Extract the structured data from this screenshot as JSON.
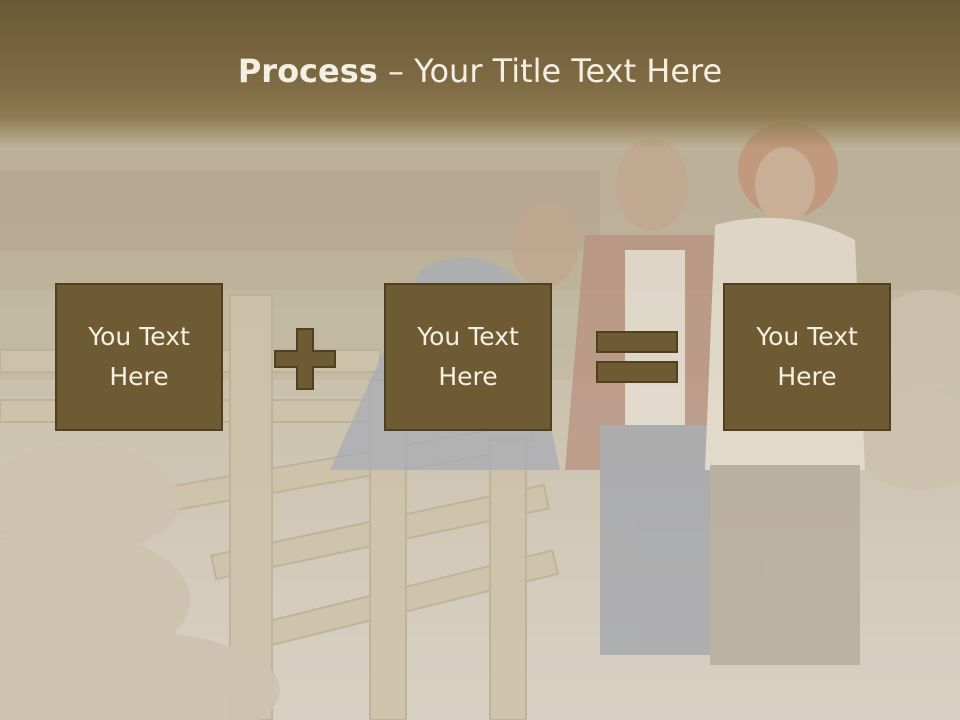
{
  "title": {
    "bold": "Process",
    "rest": " – Your Title Text Here"
  },
  "boxes": [
    {
      "text": "You Text Here"
    },
    {
      "text": "You Text Here"
    },
    {
      "text": "You Text Here"
    }
  ],
  "operators": [
    "plus-icon",
    "equals-icon"
  ],
  "colors": {
    "title_bar": "#7a6640",
    "box_fill": "#6e5b34",
    "box_border": "#4f401f",
    "text": "#f6f0e2"
  }
}
